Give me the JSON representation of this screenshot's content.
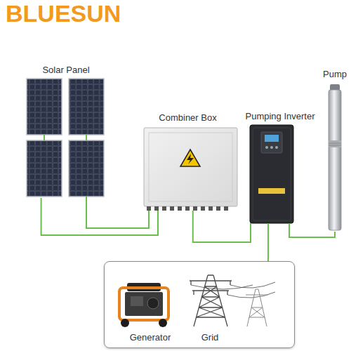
{
  "diagram": {
    "nodes": [
      {
        "text": [
          "Solar Panel"
        ]
      },
      {
        "text": [
          "Combiner Box"
        ]
      },
      {
        "text": [
          "Pumping Inverter"
        ]
      },
      {
        "text": [
          "Pump"
        ]
      },
      {
        "text": [
          "Generator",
          "Grid"
        ]
      }
    ],
    "edges": [
      {
        "from": 0,
        "to": 1,
        "arrow": "none"
      },
      {
        "from": 1,
        "to": 2,
        "arrow": "none"
      },
      {
        "from": 2,
        "to": 3,
        "arrow": "none"
      },
      {
        "from": 2,
        "to": 4,
        "arrow": "none"
      }
    ],
    "labels": [
      "BLUESUN"
    ]
  }
}
